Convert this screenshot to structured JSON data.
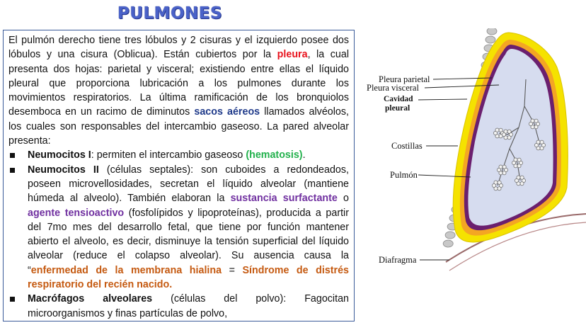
{
  "title": "PULMONES",
  "paragraph": {
    "t1": "El pulmón derecho tiene tres lóbulos y 2 cisuras y el izquierdo posee dos lóbulos y una cisura (Oblicua). Están cubiertos por la ",
    "pleura": "pleura",
    "t2": ", la cual presenta dos hojas: parietal y visceral; existiendo entre ellas el líquido pleural que proporciona lubricación a los pulmones durante los movimientos respiratorios. La última ramificación de los bronquiolos desemboca en un racimo de diminutos ",
    "sacos": "sacos aéreos",
    "t3": " llamados alvéolos, los cuales son responsables del intercambio gaseoso. La pared alveolar presenta:"
  },
  "bullets": [
    {
      "b": "Neumocitos I",
      "t1": ": permiten el intercambio gaseoso ",
      "g": "(hematosis)",
      "t2": "."
    },
    {
      "b": "Neumocitos II",
      "t1": " (células septales): son cuboides a redondeados, poseen microvellosidades, secretan el líquido alveolar (mantiene húmeda al alveolo). También elaboran la ",
      "p1": "sustancia surfactante",
      "t2": " o ",
      "p2": "agente tensioactivo",
      "t3": " (fosfolípidos y lipoproteínas), producida a partir del 7mo mes del desarrollo fetal, que tiene por función mantener abierto el alveolo, es decir, disminuye la tensión superficial del líquido alveolar (reduce el colapso alveolar). Su ausencia causa la “",
      "o1": "enfermedad de la membrana hialina",
      "t4": " = ",
      "o2": "Síndrome de distrés respiratorio del recién nacido."
    },
    {
      "b": "Macrófagos alveolares",
      "t1": " (células del polvo): Fagocitan microorganismos y finas partículas de polvo,"
    }
  ],
  "diagram": {
    "labels": {
      "pleura_parietal": "Pleura parietal",
      "pleura_visceral": "Pleura visceral",
      "cavidad_1": "Cavidad",
      "cavidad_2": "pleural",
      "costillas": "Costillas",
      "pulmon": "Pulmón",
      "diafragma": "Diafragma"
    },
    "colors": {
      "yellow": "#f5e200",
      "orange": "#f4a623",
      "purple": "#6b1f6e",
      "lung": "#d6dcef",
      "ribs": "#c8c8c8"
    }
  }
}
